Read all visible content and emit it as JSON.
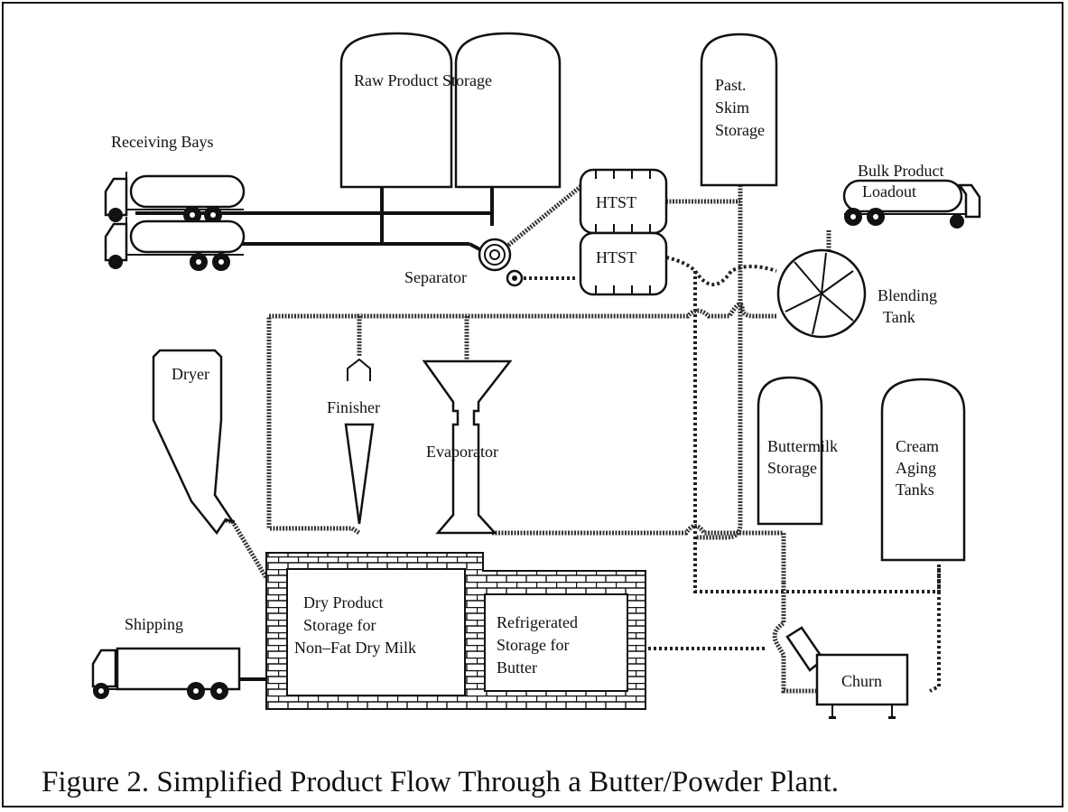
{
  "labels": {
    "raw_product_storage": "Raw Product Storage",
    "receiving_bays": "Receiving Bays",
    "past_skim_storage": [
      "Past.",
      "Skim",
      "Storage"
    ],
    "bulk_product_loadout": [
      "Bulk Product",
      "Loadout"
    ],
    "htst_top": "HTST",
    "htst_bottom": "HTST",
    "separator": "Separator",
    "blending_tank": [
      "Blending",
      "Tank"
    ],
    "dryer": "Dryer",
    "finisher": "Finisher",
    "evaporator": "Evaporator",
    "buttermilk_storage": [
      "Buttermilk",
      "Storage"
    ],
    "cream_aging_tanks": [
      "Cream",
      "Aging",
      "Tanks"
    ],
    "dry_product_storage": [
      "Dry Product",
      "Storage for",
      "Non–Fat Dry Milk"
    ],
    "refrigerated_storage": [
      "Refrigerated",
      "Storage for",
      "Butter"
    ],
    "shipping": "Shipping",
    "churn": "Churn"
  },
  "caption": "Figure 2.  Simplified Product Flow Through a Butter/Powder Plant."
}
